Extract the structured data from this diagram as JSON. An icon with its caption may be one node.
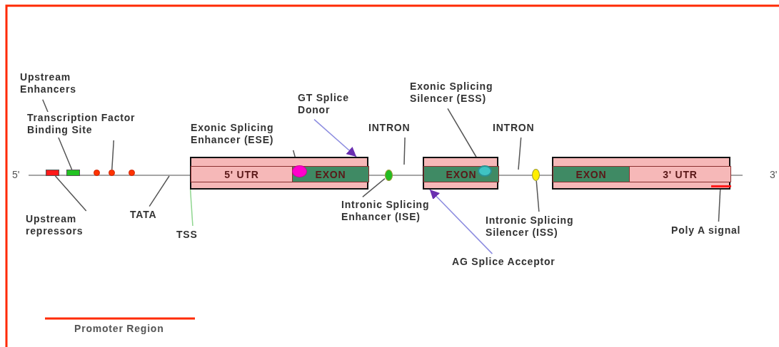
{
  "diagram": {
    "nodes": [
      {
        "text": [
          "Upstream Enhancers"
        ]
      },
      {
        "text": [
          "Transcription Factor Binding Site"
        ]
      },
      {
        "text": [],
        "shape": "box"
      },
      {
        "text": [],
        "shape": "box"
      },
      {
        "text": [],
        "shape": "circle"
      },
      {
        "text": [],
        "shape": "circle"
      },
      {
        "text": [],
        "shape": "circle"
      },
      {
        "text": [
          "Upstream repressors"
        ]
      },
      {
        "text": [
          "TATA"
        ]
      },
      {
        "text": [
          "TSS"
        ]
      },
      {
        "text": [
          "Exonic Splicing Enhancer (ESE)"
        ]
      },
      {
        "text": [
          "GT Splice Donor"
        ]
      },
      {
        "text": [],
        "shape": "box"
      },
      {
        "text": [
          "5' UTR"
        ],
        "in": 12
      },
      {
        "text": [
          "EXON"
        ],
        "in": 12
      },
      {
        "text": [],
        "shape": "circle",
        "in": 14
      },
      {
        "text": [
          "INTRON"
        ]
      },
      {
        "text": [],
        "shape": "ellipse"
      },
      {
        "text": [
          "Intronic Splicing Enhancer (ISE)"
        ]
      },
      {
        "text": [
          "Exonic Splicing Silencer (ESS)"
        ]
      },
      {
        "text": [],
        "shape": "box"
      },
      {
        "text": [
          "EXON"
        ],
        "in": 20
      },
      {
        "text": [],
        "shape": "ellipse",
        "in": 21
      },
      {
        "text": [
          "AG Splice Acceptor"
        ]
      },
      {
        "text": [
          "INTRON"
        ]
      },
      {
        "text": [],
        "shape": "ellipse"
      },
      {
        "text": [
          "Intronic Splicing Silencer (ISS)"
        ]
      },
      {
        "text": [],
        "shape": "box"
      },
      {
        "text": [
          "EXON"
        ],
        "in": 27
      },
      {
        "text": [
          "3' UTR"
        ],
        "in": 27
      },
      {
        "text": [],
        "shape": "bar",
        "in": 27
      },
      {
        "text": [
          "Poly A signal"
        ]
      }
    ],
    "edges": [
      {
        "from": 0,
        "to": 3,
        "arrow": "none"
      },
      {
        "from": 1,
        "to": 5,
        "arrow": "none"
      },
      {
        "from": 7,
        "to": 2,
        "arrow": "none"
      },
      {
        "from": 8,
        "to": null,
        "arrow": "none"
      },
      {
        "from": 9,
        "to": 12,
        "arrow": "none",
        "color": "#8fd68f"
      },
      {
        "from": 10,
        "to": 15,
        "arrow": "none"
      },
      {
        "from": 11,
        "to": 12,
        "arrow": "to",
        "color": "#8c8ce0"
      },
      {
        "from": 16,
        "to": null,
        "arrow": "none"
      },
      {
        "from": 18,
        "to": 17,
        "arrow": "none"
      },
      {
        "from": 19,
        "to": 22,
        "arrow": "none"
      },
      {
        "from": 23,
        "to": 20,
        "arrow": "to",
        "color": "#8c8ce0"
      },
      {
        "from": 24,
        "to": null,
        "arrow": "none"
      },
      {
        "from": 26,
        "to": 25,
        "arrow": "none"
      },
      {
        "from": 31,
        "to": 30,
        "arrow": "none"
      }
    ],
    "labels": [
      "5'",
      "3'"
    ],
    "legend": [
      {
        "text": "Promoter Region"
      }
    ]
  }
}
